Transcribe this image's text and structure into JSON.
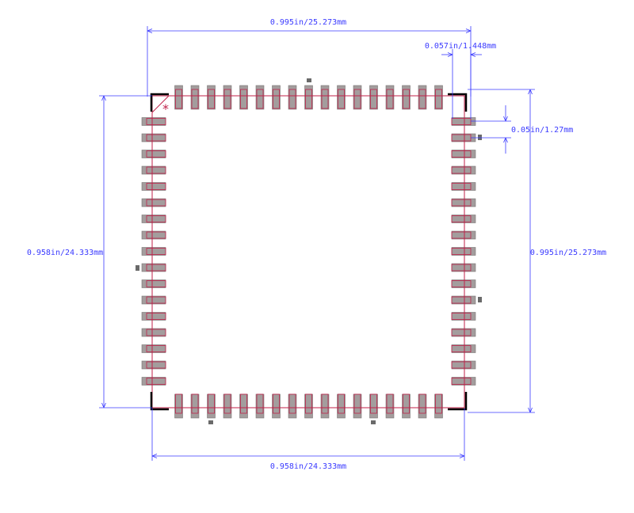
{
  "dimensions": {
    "top_width": "0.995in/25.273mm",
    "pad_width": "0.057in/1.448mm",
    "pitch": "0.05in/1.27mm",
    "left_height": "0.958in/24.333mm",
    "right_height": "0.995in/25.273mm",
    "bottom_width": "0.958in/24.333mm"
  },
  "pin1_marker": "*",
  "colors": {
    "dimension": "#3a3aff",
    "outline": "#000000",
    "silkscreen": "#c0224a",
    "pad_fill": "#a39d9d",
    "pad_stroke": "#7a7474",
    "mark": "#6a6a6a"
  },
  "pins_per_side": 17
}
